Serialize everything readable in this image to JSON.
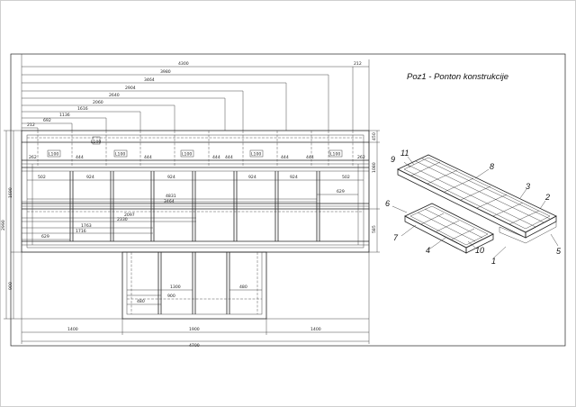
{
  "title": "Poz1 - Ponton konstrukcije",
  "top_dims": [
    "4300",
    "3980",
    "3464",
    "2904",
    "2640",
    "2060",
    "1616",
    "1136",
    "692",
    "212"
  ],
  "top_right_dim": "212",
  "plates": [
    "L100",
    "L100",
    "L100",
    "L100",
    "L100",
    "L100"
  ],
  "left_small": [
    "262",
    "262"
  ],
  "spacing_444": [
    "444",
    "444",
    "444",
    "444",
    "444",
    "444"
  ],
  "row2_dims": [
    "502",
    "924",
    "924",
    "924",
    "924",
    "502"
  ],
  "mid_dims": {
    "d4831": "4831",
    "d629a": "629",
    "d3464": "3464",
    "d2097": "2097",
    "d2330": "2330",
    "d1763": "1763",
    "d1716": "1716",
    "d629b": "629"
  },
  "left_vertical": {
    "overall": "2990",
    "upper": "1690",
    "lower": "900"
  },
  "right_vertical": {
    "top": "450",
    "mid": "1080",
    "lower": "585"
  },
  "lower_dims": {
    "d1300": "1300",
    "d900": "900",
    "d480a": "480",
    "d480b": "480"
  },
  "bottom_dims": {
    "left": "1400",
    "center": "1900",
    "right": "1400",
    "overall": "4700"
  },
  "callouts": [
    "11",
    "9",
    "8",
    "3",
    "2",
    "6",
    "7",
    "4",
    "10",
    "1",
    "5"
  ]
}
